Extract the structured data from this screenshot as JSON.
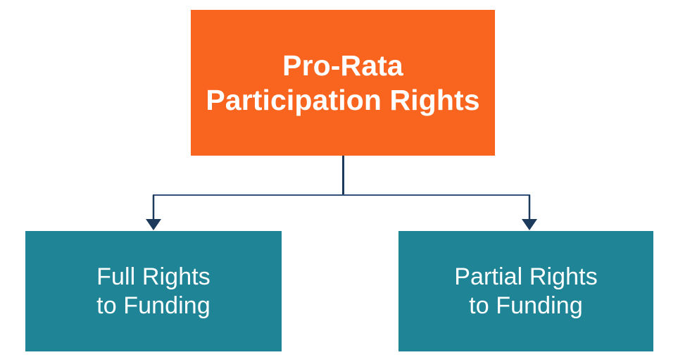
{
  "diagram": {
    "type": "hierarchy-tree",
    "title": "Pro-Rata Participation Rights",
    "orientation": "top-down",
    "colors": {
      "root_fill": "#f9651e",
      "child_fill": "#1f8596",
      "connector_stroke": "#1b3a5c",
      "connector_stroke_light": "#34517a",
      "text": "#ffffff",
      "background": "#ffffff"
    },
    "nodes": {
      "root": {
        "label": "Pro-Rata\nParticipation Rights",
        "line1": "Pro-Rata",
        "line2": "Participation Rights"
      },
      "child_left": {
        "label": "Full Rights\nto Funding",
        "line1": "Full Rights",
        "line2": "to Funding"
      },
      "child_right": {
        "label": "Partial Rights\nto Funding",
        "line1": "Partial Rights",
        "line2": "to Funding"
      }
    },
    "edges": [
      {
        "from": "root",
        "to": "child_left",
        "arrow": "down-arrowhead"
      },
      {
        "from": "root",
        "to": "child_right",
        "arrow": "down-arrowhead"
      }
    ]
  }
}
